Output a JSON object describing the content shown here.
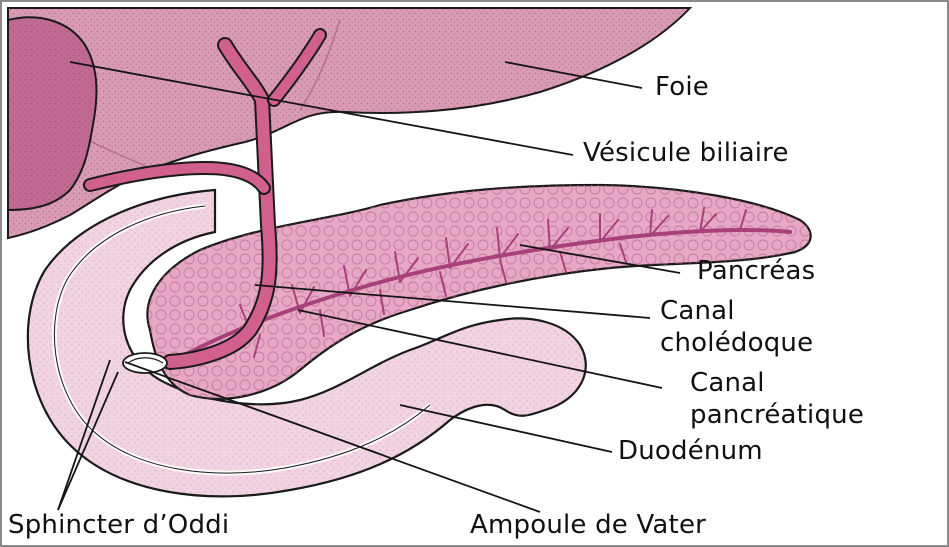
{
  "labels": {
    "foie": "Foie",
    "vesicule": "Vésicule biliaire",
    "pancreas": "Pancréas",
    "canal_choledoque_line1": "Canal",
    "canal_choledoque_line2": "cholédoque",
    "canal_pancreatique_line1": "Canal",
    "canal_pancreatique_line2": "pancréatique",
    "duodenum": "Duodénum",
    "sphincter": "Sphincter d’Oddi",
    "ampoule": "Ampoule de Vater"
  },
  "colors": {
    "liver": "#d99ab4",
    "liver_shade": "#b86d8e",
    "gallbladder": "#c16a92",
    "duct": "#d1608f",
    "pancreas": "#e7a8c5",
    "duodenum": "#f2d3e2",
    "outline": "#1a1a1a"
  }
}
